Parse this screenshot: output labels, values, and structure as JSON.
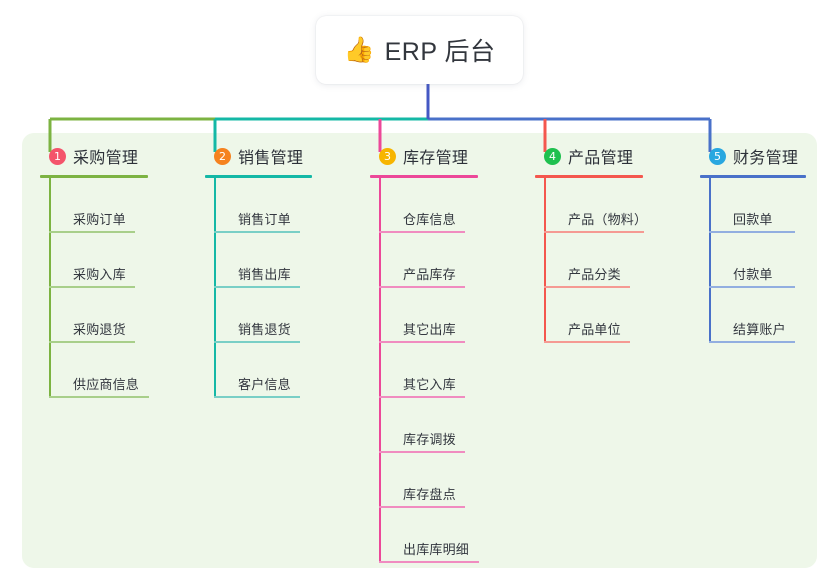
{
  "diagram": {
    "type": "mind-map",
    "root": {
      "icon": "thumbs-up-icon",
      "emoji": "👍",
      "label": "ERP 后台"
    },
    "panel_color": "#eef7e9",
    "stem_color": "#4458c4",
    "branches": [
      {
        "number": "1",
        "badge_color": "#f4546b",
        "line_color": "#7cb342",
        "leaf_line_color": "#a8cf8a",
        "title": "采购管理",
        "leaves": [
          "采购订单",
          "采购入库",
          "采购退货",
          "供应商信息"
        ]
      },
      {
        "number": "2",
        "badge_color": "#f5821f",
        "line_color": "#14b8a6",
        "leaf_line_color": "#79cfc6",
        "title": "销售管理",
        "leaves": [
          "销售订单",
          "销售出库",
          "销售退货",
          "客户信息"
        ]
      },
      {
        "number": "3",
        "badge_color": "#f7b500",
        "line_color": "#ec4899",
        "leaf_line_color": "#f08cc0",
        "title": "库存管理",
        "leaves": [
          "仓库信息",
          "产品库存",
          "其它出库",
          "其它入库",
          "库存调拨",
          "库存盘点",
          "出库库明细"
        ]
      },
      {
        "number": "4",
        "badge_color": "#1fc04f",
        "line_color": "#f4574e",
        "leaf_line_color": "#f59a93",
        "title": "产品管理",
        "leaves": [
          "产品（物料）",
          "产品分类",
          "产品单位"
        ]
      },
      {
        "number": "5",
        "badge_color": "#29a7e0",
        "line_color": "#4971c9",
        "leaf_line_color": "#92aee0",
        "title": "财务管理",
        "leaves": [
          "回款单",
          "付款单",
          "结算账户"
        ]
      }
    ]
  }
}
